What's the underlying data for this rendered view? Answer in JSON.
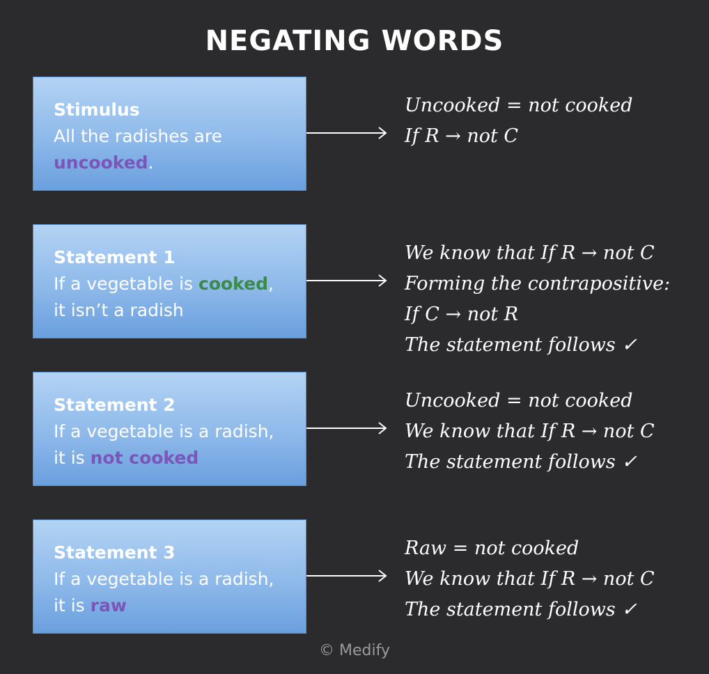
{
  "title": "NEGATING WORDS",
  "colors": {
    "background": "#2b2b2d",
    "box_gradient_top": "#b3d3f4",
    "box_gradient_bottom": "#6a9fde",
    "highlight_purple": "#7b55b8",
    "highlight_green": "#3b8a45"
  },
  "rows": [
    {
      "label": "Stimulus",
      "line1": "All the radishes are",
      "line2_pre": "",
      "line2_hl": "uncooked",
      "line2_post": ".",
      "notes": [
        "Uncooked = not cooked",
        "If R → not C"
      ]
    },
    {
      "label": "Statement 1",
      "line1_pre": "If a vegetable is ",
      "line1_hl": "cooked",
      "line1_post": ",",
      "line2": "it isn’t a radish",
      "notes": [
        "We know that If R → not C",
        "Forming the contrapositive:",
        "If C → not R",
        "The statement follows  ✓"
      ]
    },
    {
      "label": "Statement 2",
      "line1": "If a vegetable is a radish,",
      "line2_pre": "it is ",
      "line2_hl": "not cooked",
      "notes": [
        "Uncooked = not cooked",
        "We know that If R → not C",
        "The statement follows  ✓"
      ]
    },
    {
      "label": "Statement 3",
      "line1": "If a vegetable is a radish,",
      "line2_pre": "it is ",
      "line2_hl": "raw",
      "notes": [
        "Raw = not cooked",
        "We know that If R → not C",
        "The statement follows  ✓"
      ]
    }
  ],
  "footer": "© Medify"
}
